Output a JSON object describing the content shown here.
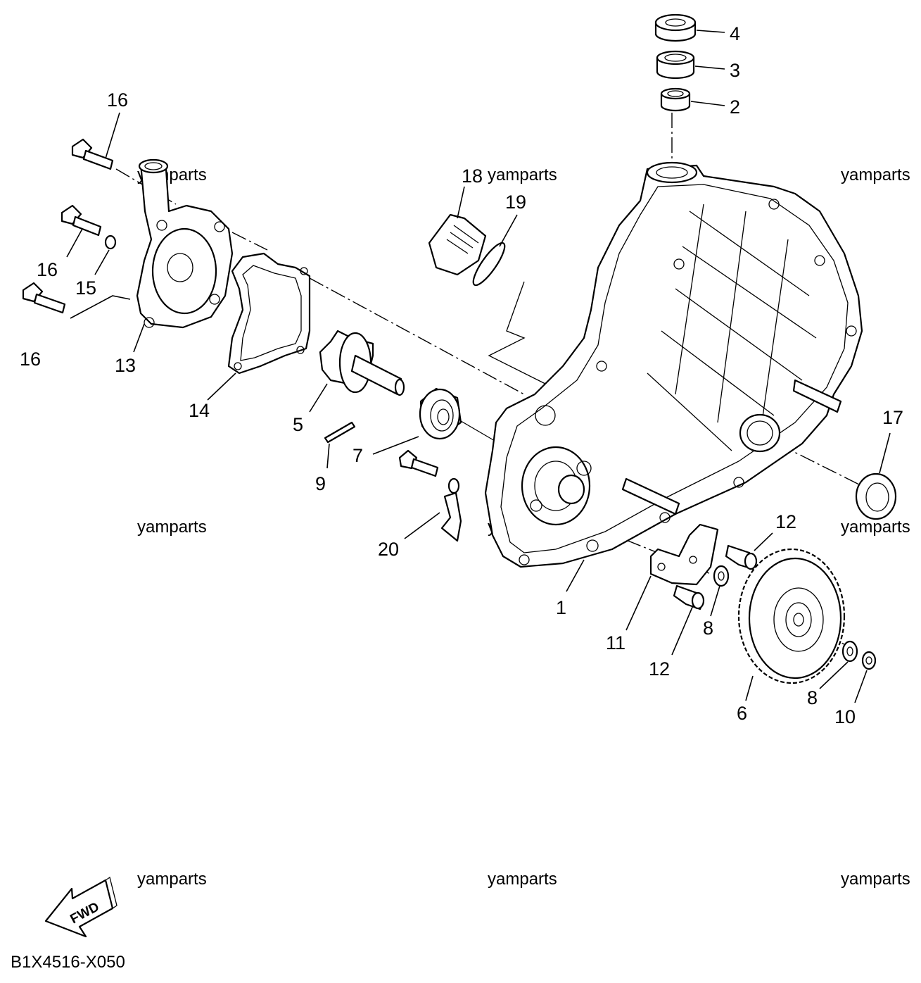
{
  "diagram": {
    "code": "B1X4516-X050",
    "fwd_label": "FWD",
    "watermark": "yamparts",
    "callouts": [
      {
        "id": "c4",
        "text": "4"
      },
      {
        "id": "c3",
        "text": "3"
      },
      {
        "id": "c2",
        "text": "2"
      },
      {
        "id": "c16a",
        "text": "16"
      },
      {
        "id": "c18",
        "text": "18"
      },
      {
        "id": "c19",
        "text": "19"
      },
      {
        "id": "c16b",
        "text": "16"
      },
      {
        "id": "c15",
        "text": "15"
      },
      {
        "id": "c16c",
        "text": "16"
      },
      {
        "id": "c13",
        "text": "13"
      },
      {
        "id": "c14",
        "text": "14"
      },
      {
        "id": "c5",
        "text": "5"
      },
      {
        "id": "c17",
        "text": "17"
      },
      {
        "id": "c7",
        "text": "7"
      },
      {
        "id": "c9",
        "text": "9"
      },
      {
        "id": "c20",
        "text": "20"
      },
      {
        "id": "c12a",
        "text": "12"
      },
      {
        "id": "c1",
        "text": "1"
      },
      {
        "id": "c8a",
        "text": "8"
      },
      {
        "id": "c11",
        "text": "11"
      },
      {
        "id": "c12b",
        "text": "12"
      },
      {
        "id": "c6",
        "text": "6"
      },
      {
        "id": "c8b",
        "text": "8"
      },
      {
        "id": "c10",
        "text": "10"
      }
    ]
  }
}
